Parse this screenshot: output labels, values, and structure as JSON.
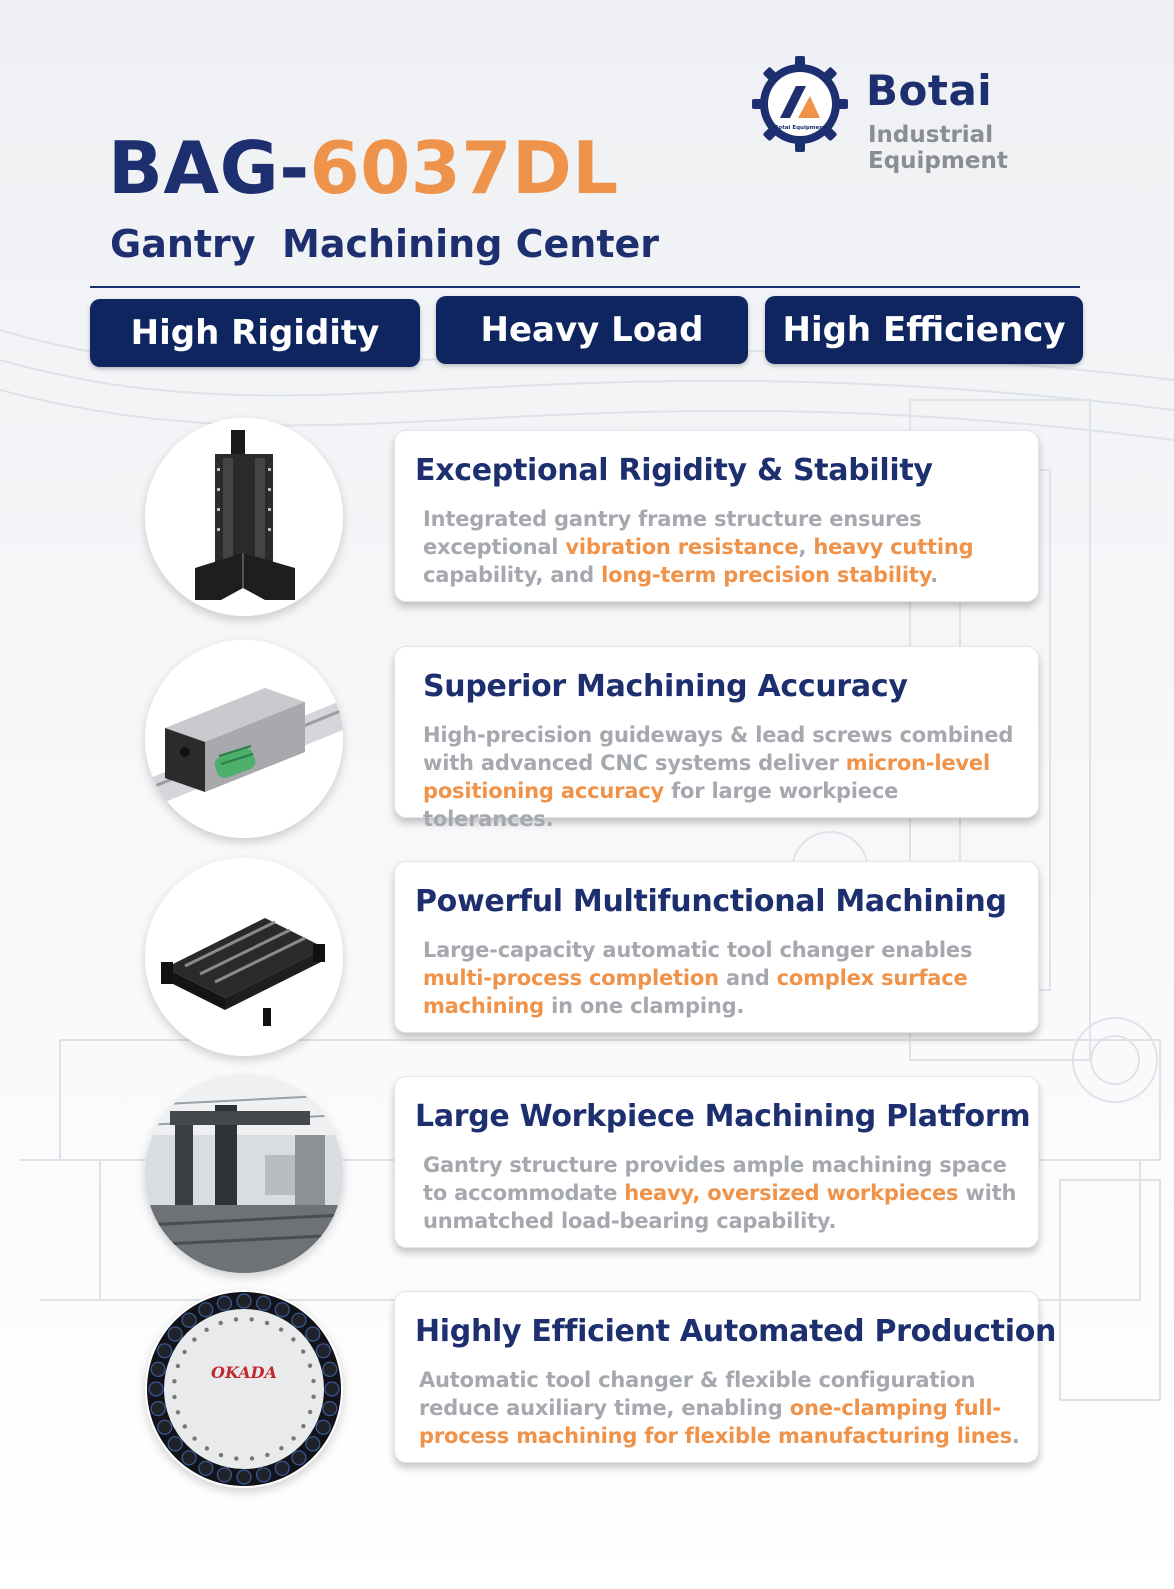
{
  "brand": {
    "name": "Botai",
    "subtitle": "Industrial Equipment",
    "logo_text": "Botai Equipment"
  },
  "colors": {
    "navy": "#1d2f6f",
    "tag_navy": "#0f2560",
    "accent_orange": "#f0934a",
    "body_gray": "#a5a8ae"
  },
  "title": {
    "prefix": "BAG-",
    "model": "6037DL",
    "subtitle": "Gantry  Machining Center"
  },
  "tags": [
    "High Rigidity",
    "Heavy Load",
    "High Efficiency"
  ],
  "features": [
    {
      "image": "spindle-column-image",
      "title": "Exceptional Rigidity & Stability",
      "body": [
        {
          "t": "Integrated gantry frame structure ensures exceptional "
        },
        {
          "t": "vibration resistance",
          "h": true
        },
        {
          "t": ", "
        },
        {
          "t": "heavy cutting",
          "h": true
        },
        {
          "t": " capability, and "
        },
        {
          "t": "long-term precision stability",
          "h": true
        },
        {
          "t": "."
        }
      ]
    },
    {
      "image": "linear-guideway-image",
      "title": "Superior Machining Accuracy",
      "body": [
        {
          "t": "High-precision guideways & lead screws combined with advanced CNC systems deliver "
        },
        {
          "t": "micron-level positioning accuracy",
          "h": true
        },
        {
          "t": " for large workpiece tolerances."
        }
      ]
    },
    {
      "image": "machine-bed-image",
      "title": "Powerful Multifunctional Machining",
      "body": [
        {
          "t": "Large-capacity automatic tool changer enables "
        },
        {
          "t": "multi-process completion",
          "h": true
        },
        {
          "t": " and "
        },
        {
          "t": "complex surface machining",
          "h": true
        },
        {
          "t": " in one clamping."
        }
      ]
    },
    {
      "image": "factory-floor-image",
      "title": "Large Workpiece Machining Platform",
      "body": [
        {
          "t": "Gantry structure provides ample machining space to accommodate "
        },
        {
          "t": "heavy, oversized workpieces",
          "h": true
        },
        {
          "t": " with unmatched load-bearing capability."
        }
      ]
    },
    {
      "image": "tool-magazine-image",
      "image_label": "OKADA",
      "title": "Highly Efficient Automated Production",
      "body": [
        {
          "t": "Automatic tool changer & flexible configuration reduce auxiliary time, enabling "
        },
        {
          "t": "one-clamping full-process machining for flexible manufacturing lines",
          "h": true
        },
        {
          "t": "."
        }
      ]
    }
  ]
}
